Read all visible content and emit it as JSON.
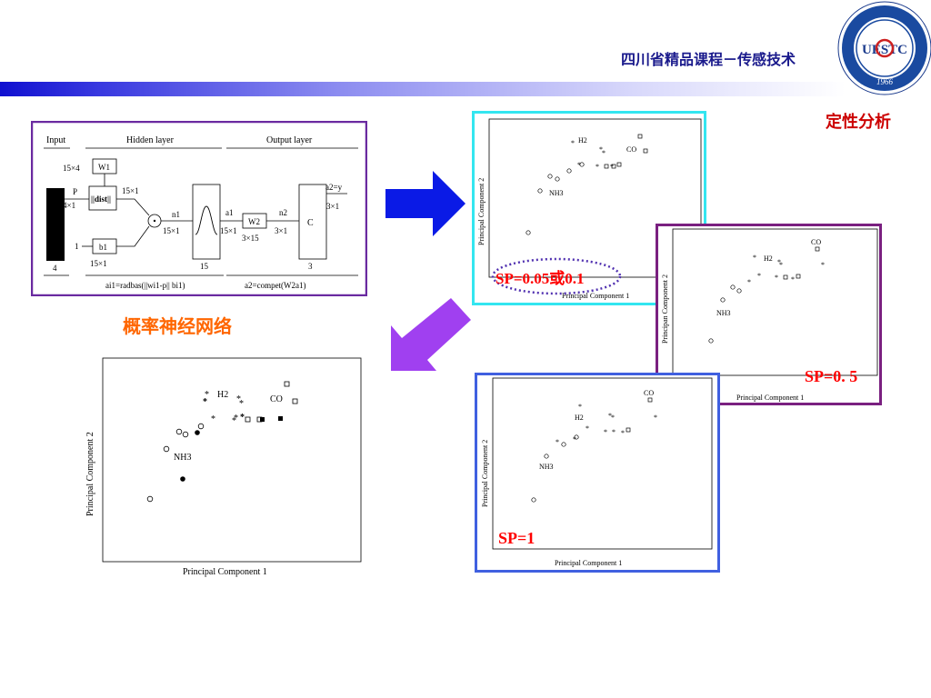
{
  "header": {
    "title": "四川省精品课程－传感技术",
    "logo": {
      "text": "UESTC",
      "year": "1966",
      "name": "university-seal"
    }
  },
  "section_title": "定性分析",
  "nn_diagram": {
    "caption": "概率神经网络",
    "input_label": "Input",
    "hidden_label": "Hidden layer",
    "output_label": "Output layer",
    "w1": "W1",
    "w1_dim": "15×4",
    "b1": "b1",
    "b1_dim": "15×1",
    "dist": "||dist||",
    "dist_dim": "15×1",
    "p": "P",
    "p_dim": "4×1",
    "one": "1",
    "n1": "n1",
    "n1_dim": "15×1",
    "a1": "a1",
    "a1_dim": "15×1",
    "w2": "W2",
    "w2_dim": "3×15",
    "n2": "n2",
    "n2_dim": "3×1",
    "c": "C",
    "a2": "a2=y",
    "a2_dim": "3×1",
    "input_size": "4",
    "hidden_size": "15",
    "output_size": "3",
    "eq1": "ai1=radbas(||wi1-p|| bi1)",
    "eq2": "a2=compet(W2a1)"
  },
  "pca_plots": {
    "xlabel": "Principal Component 1",
    "ylabel_main": "Principal Component 2",
    "ylabel_alt": "Principan Component 2",
    "class_nh3": "NH3",
    "class_h2": "H2",
    "class_co": "CO"
  },
  "sp_labels": {
    "small": "SP=0.05或0.1",
    "half": "SP=0. 5",
    "one": "SP=1"
  },
  "colors": {
    "header_title": "#1a1a8c",
    "accent_red": "#cc0000",
    "caption_orange": "#ff6600",
    "sp_red": "#ff0000",
    "frame_purple": "#6a2aa0",
    "frame_cyan": "#33e6f0",
    "frame_blue": "#4060e0",
    "arrow_blue": "#0a1ae6",
    "arrow_violet": "#a040f0"
  }
}
